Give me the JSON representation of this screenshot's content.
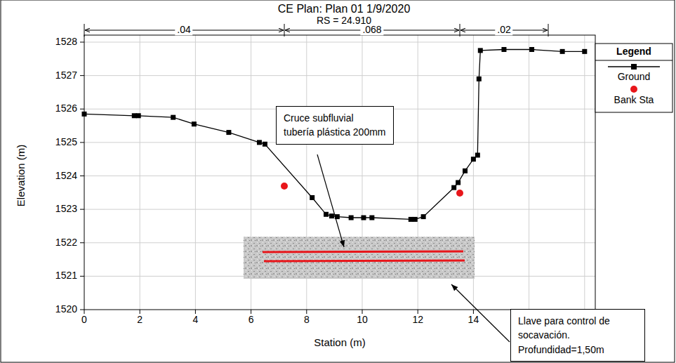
{
  "diagram": {
    "title": "CE Plan: Plan 01 1/9/2020",
    "nodes": [
      {
        "text": [
          "Cruce subfluvial tubería plástica 200mm"
        ]
      },
      {
        "text": [
          "Llave para control de socavación. Profundidad=1,50m"
        ]
      }
    ],
    "labels": [
      "RS = 24.910",
      ".04",
      ".068",
      ".02",
      "Elevation (m)",
      "Station (m)",
      "1528",
      "1527",
      "1526",
      "1525",
      "1524",
      "1523",
      "1522",
      "1521",
      "1520",
      "0",
      "2",
      "4",
      "6",
      "8",
      "10",
      "12",
      "14",
      "Legend"
    ],
    "legend": [
      {
        "text": "Ground"
      },
      {
        "text": "Bank Sta"
      }
    ]
  }
}
